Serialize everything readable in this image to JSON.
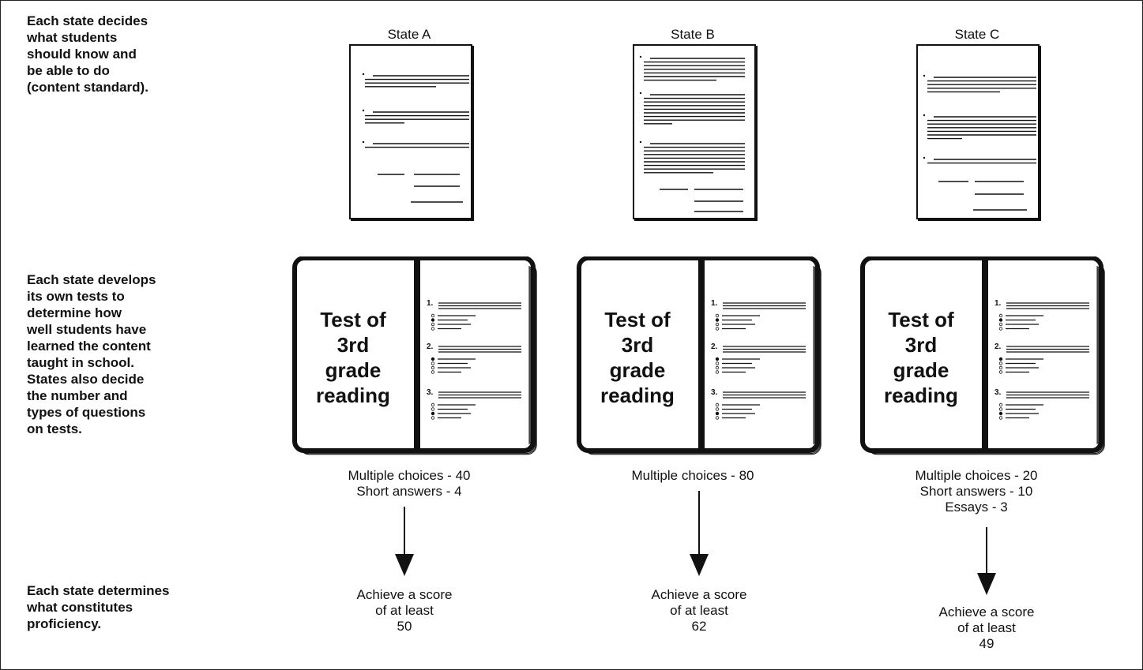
{
  "row_labels": {
    "content_standard": [
      "Each state decides",
      "what students",
      "should know and",
      "be able to do",
      "(content standard)."
    ],
    "tests": [
      "Each state develops",
      "its own tests to",
      "determine how",
      "well students have",
      "learned the content",
      "taught in school.",
      "States also decide",
      "the number and",
      "types of questions",
      "on tests."
    ],
    "proficiency": [
      "Each state determines",
      "what constitutes",
      "proficiency."
    ]
  },
  "states": [
    {
      "name": "State A",
      "test_title": [
        "Test of",
        "3rd",
        "grade",
        "reading"
      ],
      "question_types": [
        "Multiple choices - 40",
        "Short answers - 4"
      ],
      "score_text": [
        "Achieve a score",
        "of at least"
      ],
      "score_value": "50"
    },
    {
      "name": "State B",
      "test_title": [
        "Test of",
        "3rd",
        "grade",
        "reading"
      ],
      "question_types": [
        "Multiple choices - 80"
      ],
      "score_text": [
        "Achieve a score",
        "of at least"
      ],
      "score_value": "62"
    },
    {
      "name": "State C",
      "test_title": [
        "Test of",
        "3rd",
        "grade",
        "reading"
      ],
      "question_types": [
        "Multiple choices - 20",
        "Short answers - 10",
        "Essays - 3"
      ],
      "score_text": [
        "Achieve a score",
        "of at least"
      ],
      "score_value": "49"
    }
  ],
  "question_numbers": [
    "1.",
    "2.",
    "3."
  ]
}
